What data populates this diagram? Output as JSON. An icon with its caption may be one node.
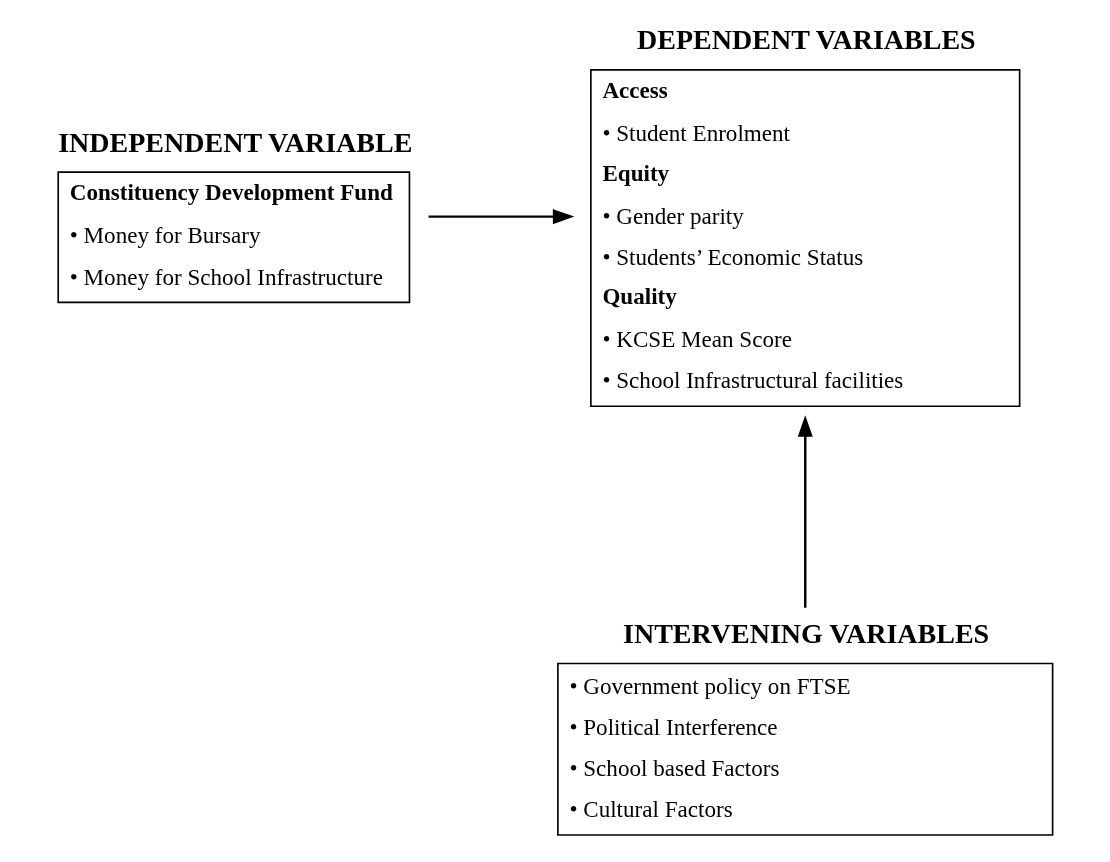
{
  "diagram": {
    "nodes": [
      {
        "text": [
          "INDEPENDENT VARIABLE",
          "Constituency Development Fund",
          "• Money for Bursary",
          "• Money for School Infrastructure"
        ]
      },
      {
        "text": [
          "DEPENDENT VARIABLES",
          "Access",
          "• Student Enrolment",
          "Equity",
          "• Gender parity",
          "• Students’ Economic Status",
          "Quality",
          "• KCSE Mean Score",
          "• School Infrastructural facilities"
        ]
      },
      {
        "text": [
          "INTERVENING VARIABLES",
          "• Government policy on FTSE",
          "• Political Interference",
          "• School based Factors",
          "• Cultural Factors"
        ]
      }
    ],
    "edges": [
      {
        "from": 0,
        "to": 1,
        "arrow": "to"
      },
      {
        "from": 2,
        "to": 1,
        "arrow": "to"
      }
    ]
  }
}
